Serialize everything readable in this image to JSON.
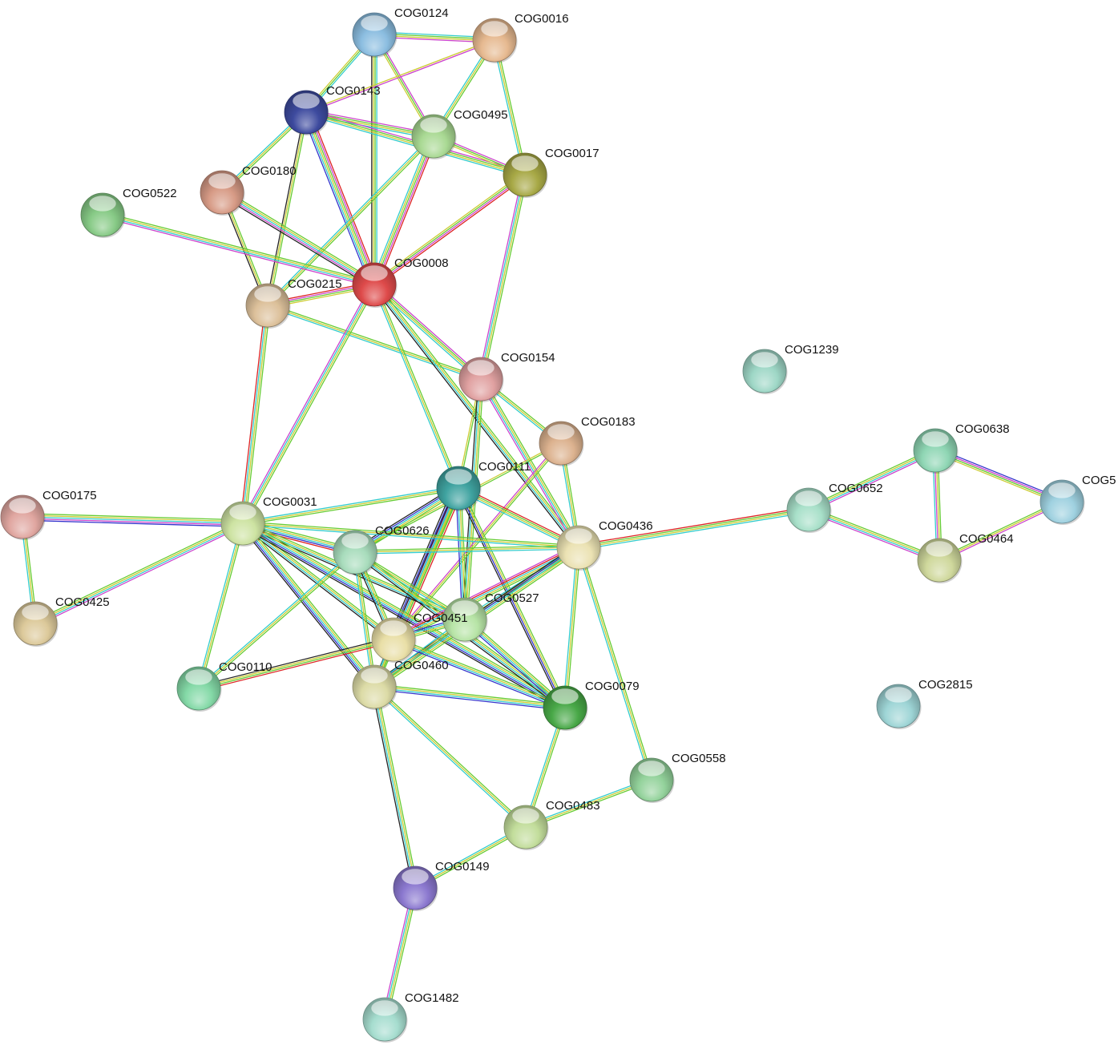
{
  "network": {
    "nodes": [
      {
        "id": "COG0124",
        "label": "COG0124",
        "color": "#8bbde0"
      },
      {
        "id": "COG0016",
        "label": "COG0016",
        "color": "#e6b990"
      },
      {
        "id": "COG0143",
        "label": "COG0143",
        "color": "#3d4a9e"
      },
      {
        "id": "COG0495",
        "label": "COG0495",
        "color": "#a9d993"
      },
      {
        "id": "COG0017",
        "label": "COG0017",
        "color": "#a7a845"
      },
      {
        "id": "COG0180",
        "label": "COG0180",
        "color": "#d79b86"
      },
      {
        "id": "COG0522",
        "label": "COG0522",
        "color": "#87ca86"
      },
      {
        "id": "COG0008",
        "label": "COG0008",
        "color": "#de4a4a"
      },
      {
        "id": "COG0215",
        "label": "COG0215",
        "color": "#dcc09a"
      },
      {
        "id": "COG0154",
        "label": "COG0154",
        "color": "#e0a1a1"
      },
      {
        "id": "COG1239",
        "label": "COG1239",
        "color": "#9ed7c6"
      },
      {
        "id": "COG0183",
        "label": "COG0183",
        "color": "#dcb28f"
      },
      {
        "id": "COG0111",
        "label": "COG0111",
        "color": "#3fa3a0"
      },
      {
        "id": "COG0638",
        "label": "COG0638",
        "color": "#8fd6b4"
      },
      {
        "id": "COG5",
        "label": "COG5",
        "color": "#9fd1e0"
      },
      {
        "id": "COG0652",
        "label": "COG0652",
        "color": "#a8e0c9"
      },
      {
        "id": "COG0175",
        "label": "COG0175",
        "color": "#e0a6a0"
      },
      {
        "id": "COG0031",
        "label": "COG0031",
        "color": "#cde3a2"
      },
      {
        "id": "COG0626",
        "label": "COG0626",
        "color": "#a8dcbc"
      },
      {
        "id": "COG0436",
        "label": "COG0436",
        "color": "#ebe2b3"
      },
      {
        "id": "COG0464",
        "label": "COG0464",
        "color": "#cfd89c"
      },
      {
        "id": "COG0425",
        "label": "COG0425",
        "color": "#dcc99a"
      },
      {
        "id": "COG0527",
        "label": "COG0527",
        "color": "#b7e4a6"
      },
      {
        "id": "COG0451",
        "label": "COG0451",
        "color": "#e9dfa7"
      },
      {
        "id": "COG0110",
        "label": "COG0110",
        "color": "#84d9a7"
      },
      {
        "id": "COG0460",
        "label": "COG0460",
        "color": "#dcdba6"
      },
      {
        "id": "COG0079",
        "label": "COG0079",
        "color": "#48a847"
      },
      {
        "id": "COG2815",
        "label": "COG2815",
        "color": "#9ed5d6"
      },
      {
        "id": "COG0558",
        "label": "COG0558",
        "color": "#93d29b"
      },
      {
        "id": "COG0483",
        "label": "COG0483",
        "color": "#c2dd9b"
      },
      {
        "id": "COG0149",
        "label": "COG0149",
        "color": "#8b78cf"
      },
      {
        "id": "COG1482",
        "label": "COG1482",
        "color": "#a6ddcf"
      }
    ],
    "edges": [
      {
        "source": "COG0124",
        "target": "COG0016",
        "colors": [
          "#33cccc",
          "#66cc33",
          "#cccc33",
          "#cc44cc"
        ]
      },
      {
        "source": "COG0124",
        "target": "COG0143",
        "colors": [
          "#33cccc",
          "#66cc33",
          "#cccc33"
        ]
      },
      {
        "source": "COG0124",
        "target": "COG0008",
        "colors": [
          "#33cccc",
          "#66cc33",
          "#cccc33",
          "#222222"
        ]
      },
      {
        "source": "COG0124",
        "target": "COG0495",
        "colors": [
          "#cc44cc",
          "#66cc33",
          "#cccc33"
        ]
      },
      {
        "source": "COG0016",
        "target": "COG0495",
        "colors": [
          "#66cc33",
          "#cccc33",
          "#33cccc"
        ]
      },
      {
        "source": "COG0016",
        "target": "COG0143",
        "colors": [
          "#cc44cc",
          "#cccc33"
        ]
      },
      {
        "source": "COG0016",
        "target": "COG0017",
        "colors": [
          "#66cc33",
          "#cccc33",
          "#33cccc"
        ]
      },
      {
        "source": "COG0143",
        "target": "COG0495",
        "colors": [
          "#cc44cc",
          "#66cc33",
          "#cccc33",
          "#33cccc"
        ]
      },
      {
        "source": "COG0143",
        "target": "COG0017",
        "colors": [
          "#cc44cc",
          "#66cc33",
          "#cccc33",
          "#33cccc"
        ]
      },
      {
        "source": "COG0143",
        "target": "COG0008",
        "colors": [
          "#dd2222",
          "#cc44cc",
          "#66cc33",
          "#cccc33",
          "#33cccc",
          "#3333cc"
        ]
      },
      {
        "source": "COG0143",
        "target": "COG0180",
        "colors": [
          "#66cc33",
          "#cccc33",
          "#33cccc"
        ]
      },
      {
        "source": "COG0143",
        "target": "COG0215",
        "colors": [
          "#66cc33",
          "#cccc33",
          "#222222"
        ]
      },
      {
        "source": "COG0495",
        "target": "COG0017",
        "colors": [
          "#cc44cc",
          "#66cc33",
          "#cccc33"
        ]
      },
      {
        "source": "COG0495",
        "target": "COG0008",
        "colors": [
          "#dd2222",
          "#cc44cc",
          "#66cc33",
          "#cccc33",
          "#33cccc"
        ]
      },
      {
        "source": "COG0495",
        "target": "COG0215",
        "colors": [
          "#66cc33",
          "#cccc33",
          "#33cccc"
        ]
      },
      {
        "source": "COG0017",
        "target": "COG0008",
        "colors": [
          "#dd2222",
          "#cc44cc",
          "#66cc33",
          "#cccc33"
        ]
      },
      {
        "source": "COG0017",
        "target": "COG0154",
        "colors": [
          "#66cc33",
          "#cccc33",
          "#33cccc",
          "#cc44cc"
        ]
      },
      {
        "source": "COG0180",
        "target": "COG0008",
        "colors": [
          "#66cc33",
          "#cccc33",
          "#33cccc",
          "#cc44cc",
          "#222222"
        ]
      },
      {
        "source": "COG0180",
        "target": "COG0215",
        "colors": [
          "#66cc33",
          "#cccc33",
          "#222222"
        ]
      },
      {
        "source": "COG0522",
        "target": "COG0008",
        "colors": [
          "#66cc33",
          "#cccc33",
          "#33cccc",
          "#cc44cc"
        ]
      },
      {
        "source": "COG0215",
        "target": "COG0008",
        "colors": [
          "#dd2222",
          "#cc44cc",
          "#66cc33",
          "#cccc33"
        ]
      },
      {
        "source": "COG0215",
        "target": "COG0154",
        "colors": [
          "#66cc33",
          "#cccc33",
          "#33cccc"
        ]
      },
      {
        "source": "COG0215",
        "target": "COG0031",
        "colors": [
          "#66cc33",
          "#cccc33",
          "#33cccc",
          "#dd2222"
        ]
      },
      {
        "source": "COG0008",
        "target": "COG0154",
        "colors": [
          "#cc44cc",
          "#66cc33",
          "#cccc33",
          "#33cccc"
        ]
      },
      {
        "source": "COG0008",
        "target": "COG0031",
        "colors": [
          "#66cc33",
          "#cccc33",
          "#33cccc",
          "#cc44cc"
        ]
      },
      {
        "source": "COG0008",
        "target": "COG0111",
        "colors": [
          "#66cc33",
          "#cccc33",
          "#33cccc"
        ]
      },
      {
        "source": "COG0008",
        "target": "COG0436",
        "colors": [
          "#66cc33",
          "#cccc33",
          "#33cccc",
          "#222222"
        ]
      },
      {
        "source": "COG0154",
        "target": "COG0183",
        "colors": [
          "#66cc33",
          "#cccc33",
          "#33cccc"
        ]
      },
      {
        "source": "COG0154",
        "target": "COG0436",
        "colors": [
          "#66cc33",
          "#cccc33",
          "#33cccc",
          "#cc44cc"
        ]
      },
      {
        "source": "COG0154",
        "target": "COG0111",
        "colors": [
          "#66cc33",
          "#cccc33"
        ]
      },
      {
        "source": "COG0154",
        "target": "COG0527",
        "colors": [
          "#66cc33",
          "#cccc33",
          "#33cccc",
          "#222222"
        ]
      },
      {
        "source": "COG0183",
        "target": "COG0436",
        "colors": [
          "#66cc33",
          "#cccc33",
          "#33cccc"
        ]
      },
      {
        "source": "COG0183",
        "target": "COG0451",
        "colors": [
          "#66cc33",
          "#cccc33",
          "#cc44cc"
        ]
      },
      {
        "source": "COG0183",
        "target": "COG0626",
        "colors": [
          "#66cc33",
          "#cccc33"
        ]
      },
      {
        "source": "COG0111",
        "target": "COG0626",
        "colors": [
          "#66cc33",
          "#cccc33",
          "#33cccc",
          "#3333cc",
          "#222222"
        ]
      },
      {
        "source": "COG0111",
        "target": "COG0436",
        "colors": [
          "#dd2222",
          "#66cc33",
          "#cccc33",
          "#33cccc"
        ]
      },
      {
        "source": "COG0111",
        "target": "COG0451",
        "colors": [
          "#dd2222",
          "#66cc33",
          "#cccc33",
          "#33cccc",
          "#cc44cc",
          "#3333cc",
          "#222222"
        ]
      },
      {
        "source": "COG0111",
        "target": "COG0527",
        "colors": [
          "#66cc33",
          "#cccc33",
          "#33cccc",
          "#3333cc"
        ]
      },
      {
        "source": "COG0111",
        "target": "COG0460",
        "colors": [
          "#66cc33",
          "#cccc33",
          "#33cccc",
          "#222222"
        ]
      },
      {
        "source": "COG0111",
        "target": "COG0079",
        "colors": [
          "#66cc33",
          "#cccc33",
          "#3333cc",
          "#222222"
        ]
      },
      {
        "source": "COG0111",
        "target": "COG0031",
        "colors": [
          "#66cc33",
          "#cccc33",
          "#33cccc"
        ]
      },
      {
        "source": "COG0175",
        "target": "COG0031",
        "colors": [
          "#66cc33",
          "#cccc33",
          "#33cccc",
          "#cc44cc",
          "#3333cc"
        ]
      },
      {
        "source": "COG0175",
        "target": "COG0425",
        "colors": [
          "#66cc33",
          "#cccc33",
          "#33cccc"
        ]
      },
      {
        "source": "COG0425",
        "target": "COG0031",
        "colors": [
          "#66cc33",
          "#cccc33",
          "#33cccc",
          "#cc44cc"
        ]
      },
      {
        "source": "COG0031",
        "target": "COG0626",
        "colors": [
          "#66cc33",
          "#cccc33",
          "#33cccc",
          "#3333cc",
          "#dd2222"
        ]
      },
      {
        "source": "COG0031",
        "target": "COG0436",
        "colors": [
          "#66cc33",
          "#cccc33",
          "#33cccc"
        ]
      },
      {
        "source": "COG0031",
        "target": "COG0451",
        "colors": [
          "#66cc33",
          "#cccc33",
          "#33cccc",
          "#222222"
        ]
      },
      {
        "source": "COG0031",
        "target": "COG0527",
        "colors": [
          "#66cc33",
          "#cccc33",
          "#33cccc",
          "#222222"
        ]
      },
      {
        "source": "COG0031",
        "target": "COG0110",
        "colors": [
          "#66cc33",
          "#cccc33",
          "#33cccc"
        ]
      },
      {
        "source": "COG0031",
        "target": "COG0460",
        "colors": [
          "#66cc33",
          "#cccc33",
          "#33cccc",
          "#3333cc",
          "#222222"
        ]
      },
      {
        "source": "COG0031",
        "target": "COG0079",
        "colors": [
          "#66cc33",
          "#cccc33",
          "#33cccc",
          "#3333cc",
          "#222222"
        ]
      },
      {
        "source": "COG0626",
        "target": "COG0436",
        "colors": [
          "#66cc33",
          "#cccc33",
          "#33cccc"
        ]
      },
      {
        "source": "COG0626",
        "target": "COG0451",
        "colors": [
          "#66cc33",
          "#cccc33",
          "#33cccc",
          "#222222"
        ]
      },
      {
        "source": "COG0626",
        "target": "COG0527",
        "colors": [
          "#66cc33",
          "#cccc33",
          "#33cccc"
        ]
      },
      {
        "source": "COG0626",
        "target": "COG0110",
        "colors": [
          "#66cc33",
          "#cccc33",
          "#33cccc"
        ]
      },
      {
        "source": "COG0626",
        "target": "COG0460",
        "colors": [
          "#66cc33",
          "#cccc33",
          "#33cccc"
        ]
      },
      {
        "source": "COG0626",
        "target": "COG0079",
        "colors": [
          "#66cc33",
          "#cccc33",
          "#33cccc",
          "#222222"
        ]
      },
      {
        "source": "COG0436",
        "target": "COG0652",
        "colors": [
          "#dd2222",
          "#66cc33",
          "#cccc33",
          "#33cccc"
        ]
      },
      {
        "source": "COG0436",
        "target": "COG0451",
        "colors": [
          "#66cc33",
          "#cccc33",
          "#33cccc",
          "#dd2222",
          "#cc44cc"
        ]
      },
      {
        "source": "COG0436",
        "target": "COG0527",
        "colors": [
          "#66cc33",
          "#cccc33",
          "#33cccc"
        ]
      },
      {
        "source": "COG0436",
        "target": "COG0460",
        "colors": [
          "#66cc33",
          "#cccc33",
          "#33cccc",
          "#3333cc",
          "#222222"
        ]
      },
      {
        "source": "COG0436",
        "target": "COG0079",
        "colors": [
          "#66cc33",
          "#cccc33",
          "#33cccc"
        ]
      },
      {
        "source": "COG0436",
        "target": "COG0558",
        "colors": [
          "#66cc33",
          "#cccc33",
          "#33cccc"
        ]
      },
      {
        "source": "COG0652",
        "target": "COG0638",
        "colors": [
          "#66cc33",
          "#cccc33",
          "#33cccc",
          "#cc44cc"
        ]
      },
      {
        "source": "COG0652",
        "target": "COG0464",
        "colors": [
          "#66cc33",
          "#cccc33",
          "#33cccc",
          "#cc44cc"
        ]
      },
      {
        "source": "COG0638",
        "target": "COG0464",
        "colors": [
          "#66cc33",
          "#cccc33",
          "#cc44cc",
          "#33cccc"
        ]
      },
      {
        "source": "COG0638",
        "target": "COG5",
        "colors": [
          "#3333cc",
          "#cc44cc",
          "#66cc33",
          "#cccc33"
        ]
      },
      {
        "source": "COG0464",
        "target": "COG5",
        "colors": [
          "#66cc33",
          "#cccc33",
          "#cc44cc"
        ]
      },
      {
        "source": "COG0527",
        "target": "COG0451",
        "colors": [
          "#66cc33",
          "#cccc33",
          "#33cccc",
          "#3333cc"
        ]
      },
      {
        "source": "COG0527",
        "target": "COG0460",
        "colors": [
          "#66cc33",
          "#cccc33",
          "#33cccc"
        ]
      },
      {
        "source": "COG0527",
        "target": "COG0079",
        "colors": [
          "#66cc33",
          "#cccc33",
          "#33cccc",
          "#3333cc"
        ]
      },
      {
        "source": "COG0451",
        "target": "COG0110",
        "colors": [
          "#dd2222",
          "#66cc33",
          "#cccc33",
          "#222222"
        ]
      },
      {
        "source": "COG0451",
        "target": "COG0460",
        "colors": [
          "#66cc33",
          "#cccc33",
          "#33cccc"
        ]
      },
      {
        "source": "COG0451",
        "target": "COG0079",
        "colors": [
          "#66cc33",
          "#cccc33",
          "#33cccc",
          "#3333cc"
        ]
      },
      {
        "source": "COG0460",
        "target": "COG0079",
        "colors": [
          "#66cc33",
          "#cccc33",
          "#33cccc",
          "#3333cc"
        ]
      },
      {
        "source": "COG0460",
        "target": "COG0483",
        "colors": [
          "#66cc33",
          "#cccc33",
          "#33cccc"
        ]
      },
      {
        "source": "COG0460",
        "target": "COG0149",
        "colors": [
          "#66cc33",
          "#cccc33",
          "#33cccc",
          "#222222"
        ]
      },
      {
        "source": "COG0079",
        "target": "COG0483",
        "colors": [
          "#66cc33",
          "#cccc33",
          "#33cccc"
        ]
      },
      {
        "source": "COG0558",
        "target": "COG0483",
        "colors": [
          "#66cc33",
          "#cccc33",
          "#33cccc"
        ]
      },
      {
        "source": "COG0483",
        "target": "COG0149",
        "colors": [
          "#66cc33",
          "#cccc33",
          "#33cccc"
        ]
      },
      {
        "source": "COG0149",
        "target": "COG1482",
        "colors": [
          "#66cc33",
          "#cccc33",
          "#33cccc",
          "#cc44cc"
        ]
      }
    ]
  }
}
